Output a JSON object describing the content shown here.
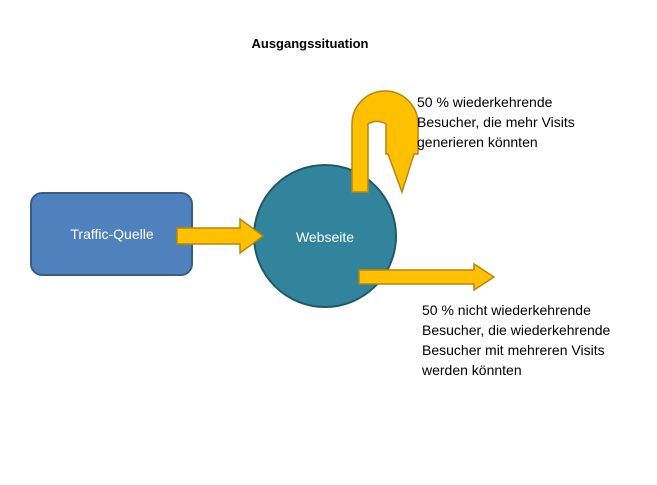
{
  "title": "Ausgangssituation",
  "nodes": {
    "source": "Traffic-Quelle",
    "website": "Webseite"
  },
  "notes": {
    "returning": "50 % wiederkehrende\nBesucher, die mehr Visits\ngenerieren könnten",
    "non_returning": "50 % nicht wiederkehrende\nBesucher, die wiederkehrende\nBesucher mit mehreren Visits\nwerden könnten"
  },
  "colors": {
    "source_fill": "#4f81bd",
    "source_stroke": "#385d8a",
    "website_fill": "#31849b",
    "website_stroke": "#215968",
    "arrow_fill": "#ffc000",
    "arrow_stroke": "#b8860b"
  }
}
